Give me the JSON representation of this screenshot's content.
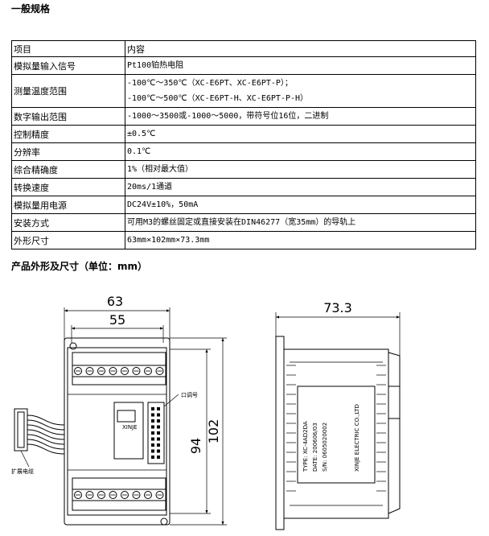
{
  "section1_title": "一般规格",
  "table": {
    "header": {
      "key": "项目",
      "value": "内容"
    },
    "rows": [
      {
        "key": "模拟量输入信号",
        "lines": [
          "Pt100铂热电阻"
        ]
      },
      {
        "key": "测量温度范围",
        "lines": [
          "-100℃～350℃（XC-E6PT、XC-E6PT-P）；",
          "-100℃～500℃（XC-E6PT-H、XC-E6PT-P-H）"
        ]
      },
      {
        "key": "数字输出范围",
        "lines": [
          "-1000～3500或-1000～5000，带符号位16位，二进制"
        ]
      },
      {
        "key": "控制精度",
        "lines": [
          "±0.5℃"
        ]
      },
      {
        "key": "分辨率",
        "lines": [
          "0.1℃"
        ]
      },
      {
        "key": "综合精确度",
        "lines": [
          "1%（相对最大值）"
        ]
      },
      {
        "key": "转换速度",
        "lines": [
          "20ms/1通道"
        ]
      },
      {
        "key": "模拟量用电源",
        "lines": [
          "DC24V±10%，50mA"
        ]
      },
      {
        "key": "安装方式",
        "lines": [
          "可用M3的螺丝固定或直接安装在DIN46277（宽35mm）的导轨上"
        ]
      },
      {
        "key": "外形尺寸",
        "lines": [
          "63mm×102mm×73.3mm"
        ]
      }
    ]
  },
  "section2_title": "产品外形及尺寸（单位：mm）",
  "drawing": {
    "dim_63": "63",
    "dim_55": "55",
    "dim_94": "94",
    "dim_102": "102",
    "dim_73": "73.3",
    "label_port": "口调号",
    "label_cable": "扩展电缆",
    "nameplate": [
      "TYPE: XC-4AD2DA",
      "DATE: 200606/03",
      "S/N: 0605020002"
    ],
    "company": "XINJE ELECTRIC CO.,LTD",
    "brand": "XINJE"
  }
}
